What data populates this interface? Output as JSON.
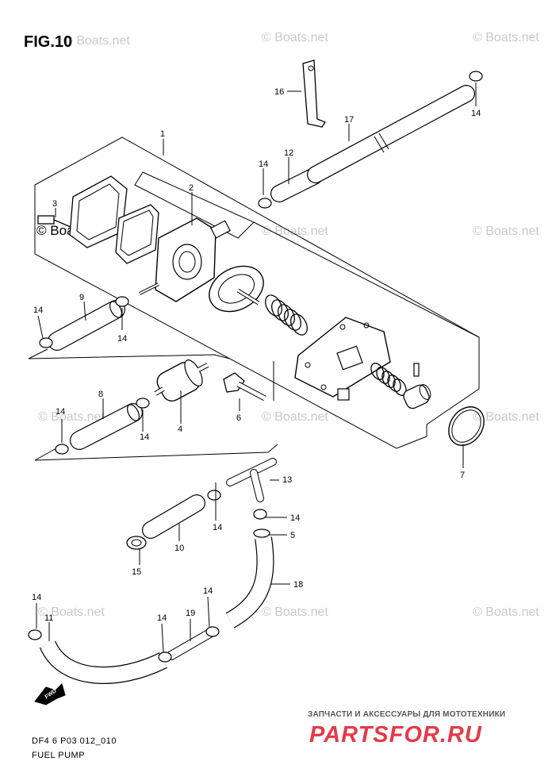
{
  "figure": {
    "title": "FIG.10",
    "diagram_code": "DF4 6 P03 012_010",
    "caption": "FUEL PUMP"
  },
  "watermark": {
    "text": "© Boats.net",
    "highlighted_text": "© Boats.net"
  },
  "direction_marker": {
    "text": "FWD"
  },
  "parts": {
    "p1": "1",
    "p2": "2",
    "p3": "3",
    "p4": "4",
    "p5": "5",
    "p6": "6",
    "p7": "7",
    "p8": "8",
    "p9": "9",
    "p10": "10",
    "p11": "11",
    "p12": "12",
    "p13": "13",
    "p14": "14",
    "p15": "15",
    "p16": "16",
    "p17": "17",
    "p18": "18",
    "p19": "19"
  },
  "branding": {
    "tagline": "ЗАПЧАСТИ И АКСЕССУАРЫ ДЛЯ МОТОТЕХНИКИ",
    "logo": "PARTSFOR.RU"
  },
  "colors": {
    "line": "#000000",
    "watermark": "#c9c9c9",
    "logo": "#e53a48"
  }
}
